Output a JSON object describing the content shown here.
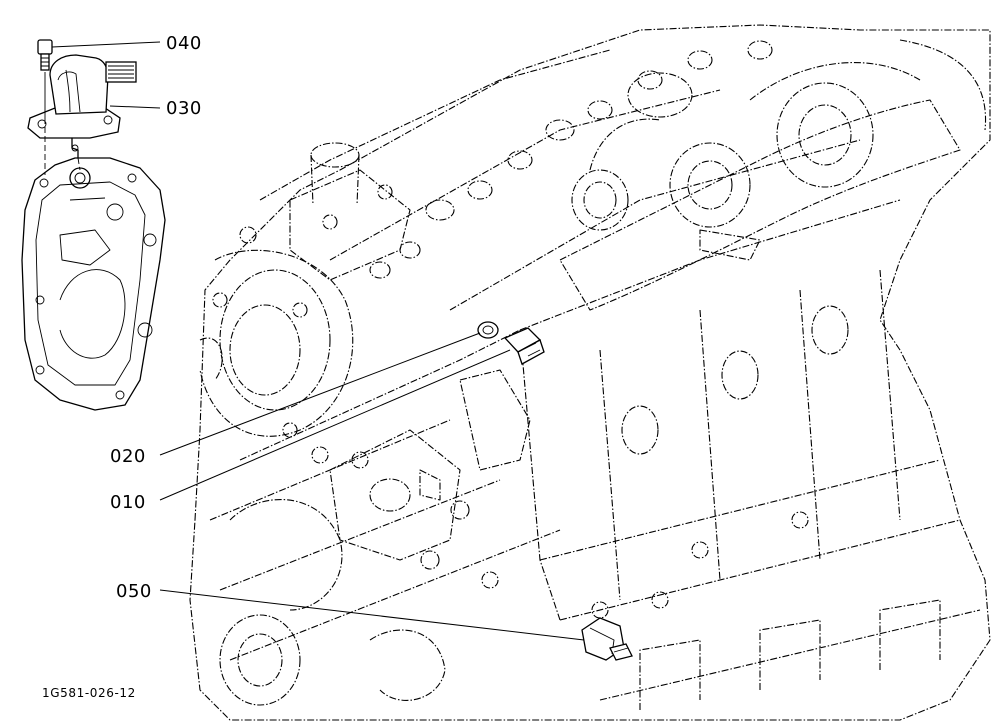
{
  "callouts": {
    "c040": "040",
    "c030": "030",
    "c020": "020",
    "c010": "010",
    "c050": "050"
  },
  "figure_id": "1G581-026-12",
  "colors": {
    "line": "#000000",
    "background": "#ffffff"
  }
}
